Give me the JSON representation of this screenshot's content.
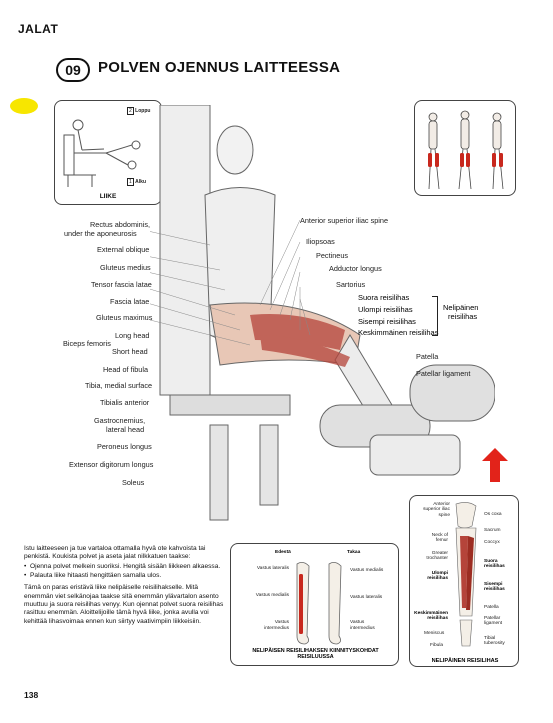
{
  "header": {
    "section": "JALAT",
    "number": "09",
    "title": "POLVEN OJENNUS LAITTEESSA"
  },
  "movement_box": {
    "caption": "LIIKE",
    "label_end_num": "2",
    "label_end": "Loppu",
    "label_start_num": "1",
    "label_start": "Alku"
  },
  "left_labels": [
    "Rectus abdominis,",
    "under the aponeurosis",
    "External oblique",
    "Gluteus medius",
    "Tensor fascia latae",
    "Fascia latae",
    "Gluteus maximus",
    "Long head",
    "Biceps femoris",
    "Short head",
    "Head of fibula",
    "Tibia, medial surface",
    "Tibialis anterior",
    "Gastrocnemius,",
    "lateral head",
    "Peroneus longus",
    "Extensor digitorum longus",
    "Soleus"
  ],
  "right_labels": [
    "Anterior superior iliac spine",
    "Iliopsoas",
    "Pectineus",
    "Adductor longus",
    "Sartorius",
    "Suora reisilihas",
    "Ulompi reisilihas",
    "Sisempi reisilihas",
    "Keskimmäinen reisilihas",
    "Patella",
    "Patellar ligament"
  ],
  "group_label": [
    "Nelipäinen",
    "reisilihas"
  ],
  "description": {
    "intro": "Istu laitteeseen ja tue vartaloa ottamalla hyvä ote kahvoista tai penkistä. Koukista polvet ja aseta jalat nilkkatuen taakse:",
    "steps": [
      "Ojenna polvet melkein suoriksi. Hengitä sisään liikkeen alkaessa.",
      "Palauta liike hitaasti hengittäen samalla ulos."
    ],
    "body": "Tämä on paras eristävä liike nelipäiselle reisilihakselle. Mitä enemmän viet selkänojaa taakse sitä enemmän ylävartalon asento muuttuu ja suora reisilihas venyy. Kun ojennat polvet suora reisilihas rasittuu enemmän. Aloittelijoille tämä hyvä liike, jonka avulla voi kehittää lihasvoimaa ennen kun siirtyy vaativimpiin liikkeisiin."
  },
  "attachments_box": {
    "front": "Edestä",
    "back": "Takaa",
    "labels_left": [
      "Vastus lateralis",
      "Vastus medialis",
      "Vastus intermedius"
    ],
    "labels_right": [
      "Vastus medialis",
      "Vastus lateralis",
      "Vastus intermedius"
    ],
    "caption": "NELIPÄISEN REISILIHAKSEN KIINNITYSKOHDAT REISILUUSSA"
  },
  "quad_box": {
    "labels_left": [
      "Anterior superior iliac spine",
      "Neck of femur",
      "Greater trochanter",
      "Ulompi reisilihas",
      "Keskimmäinen reisilihas",
      "Meniscus",
      "Fibula"
    ],
    "labels_right": [
      "Os coxa",
      "Sacrum",
      "Coccyx",
      "Suora reisilihas",
      "Sisempi reisilihas",
      "Patella",
      "Patellar ligament",
      "Tibial tuberosity"
    ],
    "caption": "NELIPÄINEN REISILIHAS"
  },
  "page_number": "138"
}
